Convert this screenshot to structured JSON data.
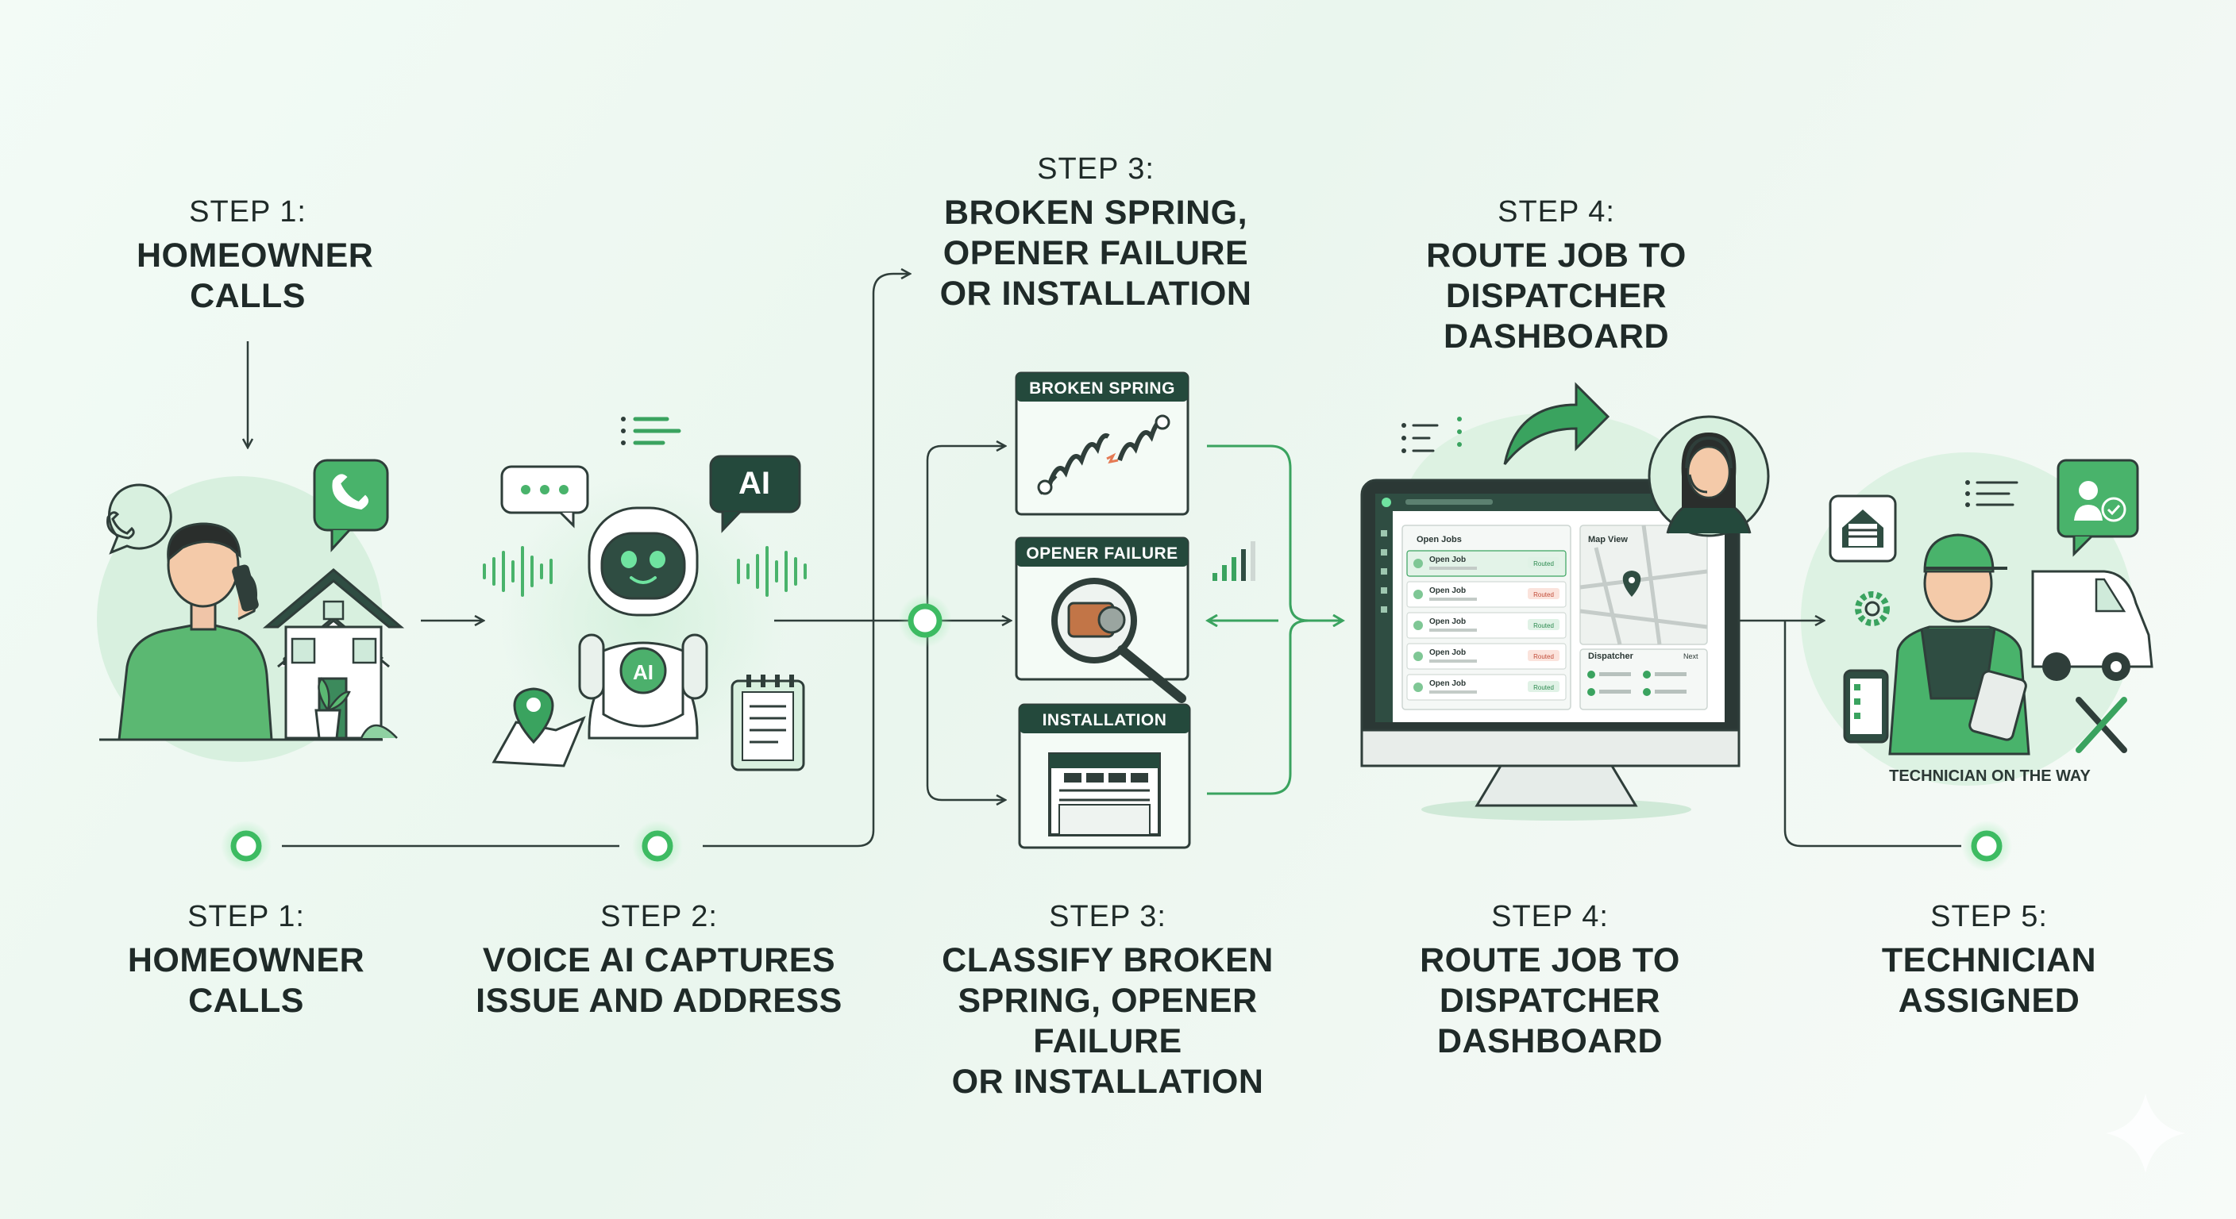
{
  "top_steps": [
    {
      "step": "STEP 1:",
      "title_lines": [
        "HOMEOWNER",
        "CALLS"
      ]
    },
    {
      "step": "STEP 3:",
      "title_lines": [
        "BROKEN SPRING,",
        "OPENER FAILURE",
        "OR INSTALLATION"
      ]
    },
    {
      "step": "STEP 4:",
      "title_lines": [
        "ROUTE JOB TO",
        "DISPATCHER",
        "DASHBOARD"
      ]
    }
  ],
  "bottom_steps": [
    {
      "step": "STEP 1:",
      "title_lines": [
        "HOMEOWNER",
        "CALLS"
      ]
    },
    {
      "step": "STEP 2:",
      "title_lines": [
        "VOICE AI CAPTURES",
        "ISSUE AND ADDRESS"
      ]
    },
    {
      "step": "STEP 3:",
      "title_lines": [
        "CLASSIFY BROKEN",
        "SPRING, OPENER FAILURE",
        "OR INSTALLATION"
      ]
    },
    {
      "step": "STEP 4:",
      "title_lines": [
        "ROUTE JOB TO",
        "DISPATCHER",
        "DASHBOARD"
      ]
    },
    {
      "step": "STEP 5:",
      "title_lines": [
        "TECHNICIAN",
        "ASSIGNED"
      ]
    }
  ],
  "ai_badge": "AI",
  "robot_chest": "AI",
  "categories": [
    "BROKEN SPRING",
    "OPENER FAILURE",
    "INSTALLATION"
  ],
  "dashboard": {
    "open_jobs_title": "Open Jobs",
    "job_label": "Open Job",
    "job_statuses": [
      "Routed",
      "Routed",
      "Routed",
      "Routed",
      "Routed"
    ],
    "map_title": "Map View",
    "dispatcher_title": "Dispatcher",
    "dispatcher_link": "Next"
  },
  "technician_caption": "TECHNICIAN ON THE WAY",
  "colors": {
    "accent": "#3aa35f",
    "dark": "#1f4a3c",
    "line": "#2f3e3a",
    "glow": "#8fe0a5"
  }
}
